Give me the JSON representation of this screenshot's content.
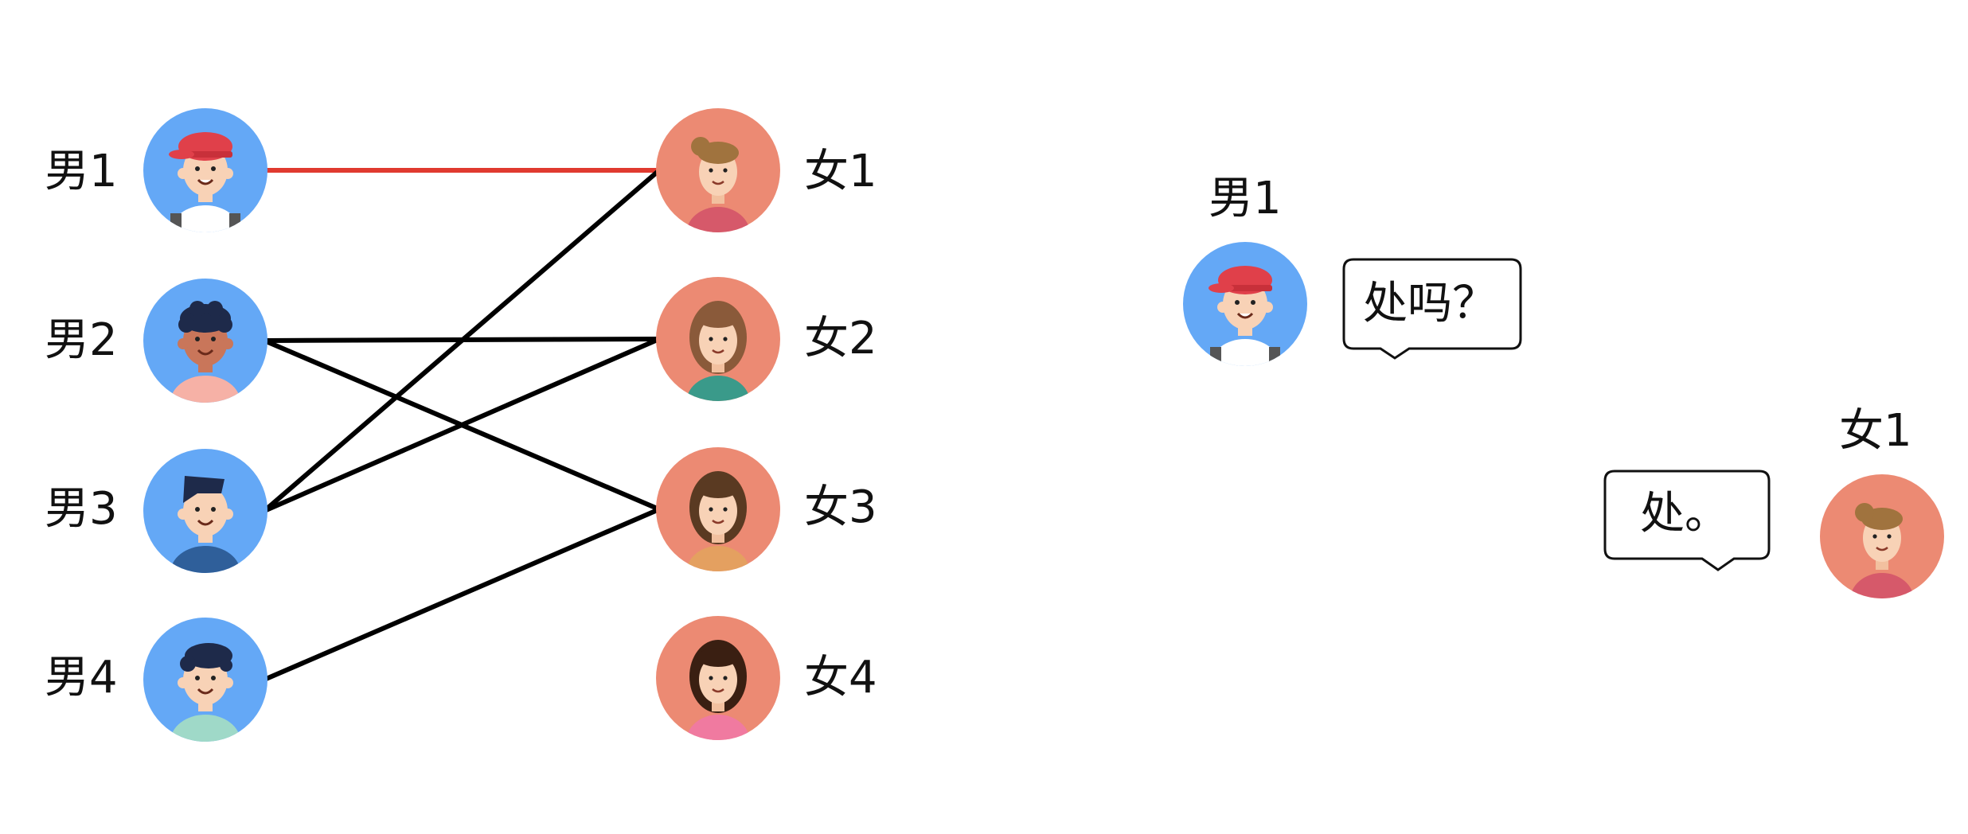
{
  "colors": {
    "male_avatar_bg": "#64a8f6",
    "female_avatar_bg": "#ec8a73",
    "matched_edge": "#e03a2f",
    "edge": "#000000"
  },
  "males": [
    {
      "id": "m1",
      "label": "男1",
      "icon": "boy-red-cap-avatar"
    },
    {
      "id": "m2",
      "label": "男2",
      "icon": "boy-curly-hair-avatar"
    },
    {
      "id": "m3",
      "label": "男3",
      "icon": "boy-quiff-avatar"
    },
    {
      "id": "m4",
      "label": "男4",
      "icon": "boy-smiling-avatar"
    }
  ],
  "females": [
    {
      "id": "f1",
      "label": "女1",
      "icon": "girl-bun-avatar"
    },
    {
      "id": "f2",
      "label": "女2",
      "icon": "girl-long-hair-avatar"
    },
    {
      "id": "f3",
      "label": "女3",
      "icon": "girl-bob-hair-avatar"
    },
    {
      "id": "f4",
      "label": "女4",
      "icon": "girl-dark-hair-avatar"
    }
  ],
  "edges": [
    {
      "from": "m1",
      "to": "f1",
      "highlight": true
    },
    {
      "from": "m2",
      "to": "f2",
      "highlight": false
    },
    {
      "from": "m2",
      "to": "f3",
      "highlight": false
    },
    {
      "from": "m3",
      "to": "f1",
      "highlight": false
    },
    {
      "from": "m3",
      "to": "f2",
      "highlight": false
    },
    {
      "from": "m4",
      "to": "f3",
      "highlight": false
    }
  ],
  "dialogue": {
    "speaker_label": "男1",
    "speaker_question": "处吗？",
    "responder_label": "女1",
    "responder_answer": "处。"
  }
}
